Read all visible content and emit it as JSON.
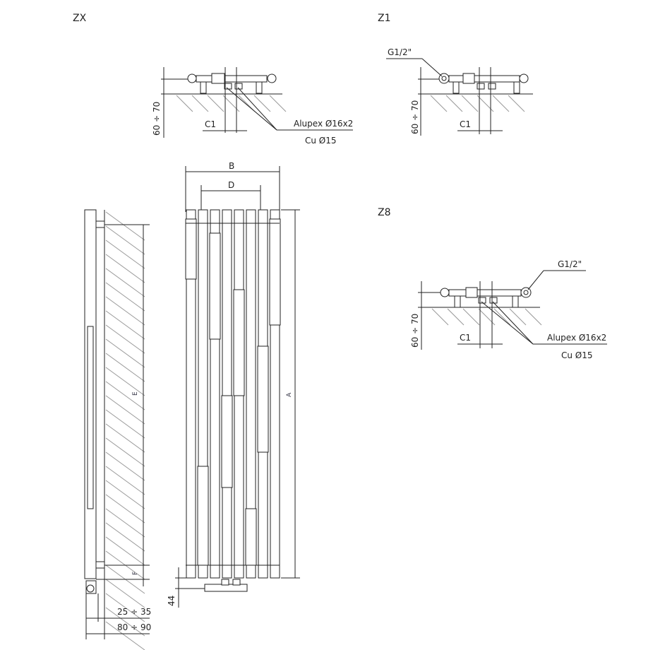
{
  "views": {
    "zx": {
      "title": "ZX",
      "height_dim": "60 ÷ 70",
      "c1": "C1",
      "pipe1": "Alupex Ø16x2",
      "pipe2": "Cu Ø15"
    },
    "z1": {
      "title": "Z1",
      "thread": "G1/2\"",
      "height_dim": "60 ÷ 70",
      "c1": "C1"
    },
    "z8": {
      "title": "Z8",
      "thread": "G1/2\"",
      "height_dim": "60 ÷ 70",
      "c1": "C1",
      "pipe1": "Alupex Ø16x2",
      "pipe2": "Cu Ø15"
    }
  },
  "front": {
    "b": "B",
    "d": "D",
    "a": "A",
    "bottom_dim": "44"
  },
  "side": {
    "e": "E",
    "f": "F",
    "wall_gap": "25 ÷ 35",
    "depth": "80 ÷ 90"
  }
}
